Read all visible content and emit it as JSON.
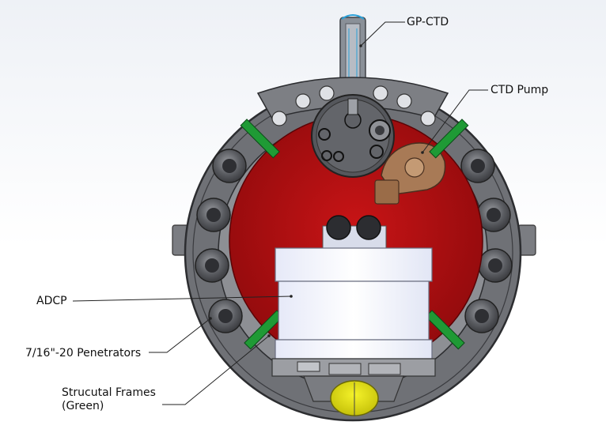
{
  "labels": {
    "gp_ctd": "GP-CTD",
    "ctd_pump": "CTD Pump",
    "adcp": "ADCP",
    "penetrators": "7/16\"-20 Penetrators",
    "frames_line1": "Strucutal Frames",
    "frames_line2": "(Green)"
  },
  "colors": {
    "housing_gray": "#6f7176",
    "ring_gray": "#8d8f94",
    "interior_red": "#b30d0f",
    "frame_green": "#1f9a35",
    "adcp_body": "#f4f6ff",
    "pump_brown": "#a87a56",
    "float_yellow": "#e8e410",
    "leader_line": "#222222"
  }
}
